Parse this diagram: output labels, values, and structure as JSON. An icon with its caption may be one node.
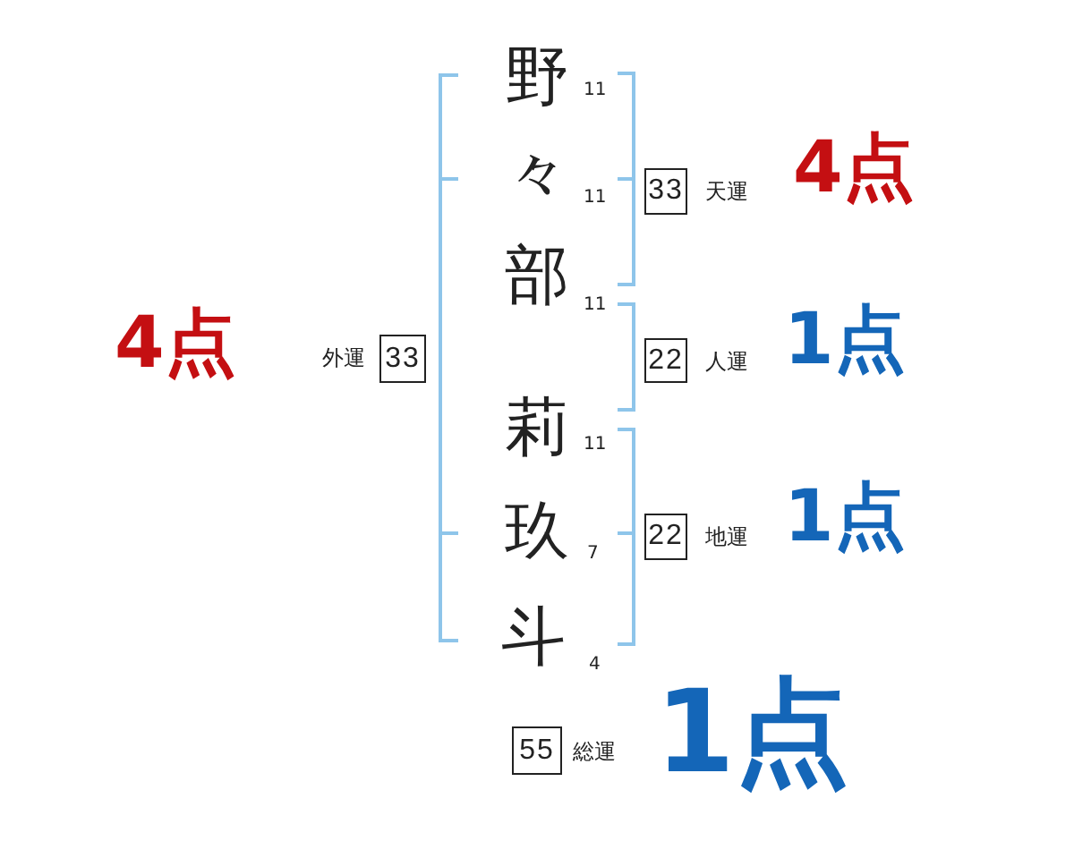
{
  "diagram": {
    "nodes": [
      {
        "text": [
          "33"
        ],
        "beside": [
          "天運",
          "4点"
        ]
      },
      {
        "text": [
          "33"
        ],
        "beside": [
          "外運",
          "4点"
        ]
      },
      {
        "text": [
          "22"
        ],
        "beside": [
          "人運",
          "1点"
        ]
      },
      {
        "text": [
          "22"
        ],
        "beside": [
          "地運",
          "1点"
        ]
      },
      {
        "text": [
          "55"
        ],
        "beside": [
          "総運",
          "1点"
        ]
      }
    ],
    "labels": [
      "野",
      "11",
      "々",
      "11",
      "部",
      "11",
      "莉",
      "11",
      "玖",
      "7",
      "斗",
      "4"
    ]
  }
}
